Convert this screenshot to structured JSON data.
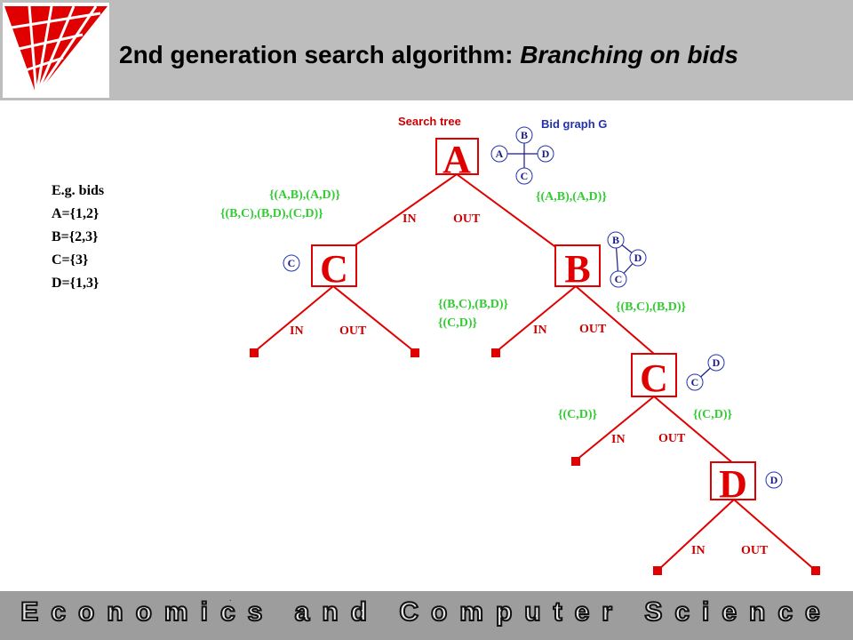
{
  "header": {
    "title_prefix": "2nd generation search algorithm: ",
    "title_emphasis": "Branching on bids",
    "logo_icon": "red-fan-logo-icon"
  },
  "bids": {
    "heading": "E.g. bids",
    "items": [
      "A={1,2}",
      "B={2,3}",
      "C={3}",
      "D={1,3}"
    ]
  },
  "diagram": {
    "search_tree_label": "Search tree",
    "bid_graph_label": "Bid graph G",
    "nodes": {
      "root": "A",
      "left": "C",
      "right": "B",
      "right_child": "C",
      "bottom": "D"
    },
    "edge_labels": {
      "in": "IN",
      "out": "OUT"
    },
    "edge_sets": {
      "root_in_line1": "{(A,B),(A,D)}",
      "root_in_line2": "{(B,C),(B,D),(C,D)}",
      "root_out": "{(A,B),(A,D)}",
      "b_in_line1": "{(B,C),(B,D)}",
      "b_in_line2": "{(C,D)}",
      "b_out": "{(B,C),(B,D)}",
      "c_in": "{(C,D)}",
      "c_out": "{(C,D)}"
    },
    "graph_vertices": {
      "a": "A",
      "b": "B",
      "c": "C",
      "d": "D"
    },
    "colors": {
      "tree": "#e00000",
      "edge_sets": "#33cc33",
      "graph": "#1a1a80",
      "search_label": "#cc0000",
      "graph_label": "#2233aa"
    }
  },
  "footer": {
    "text": "Economics and Computer Science",
    "dot": "."
  }
}
